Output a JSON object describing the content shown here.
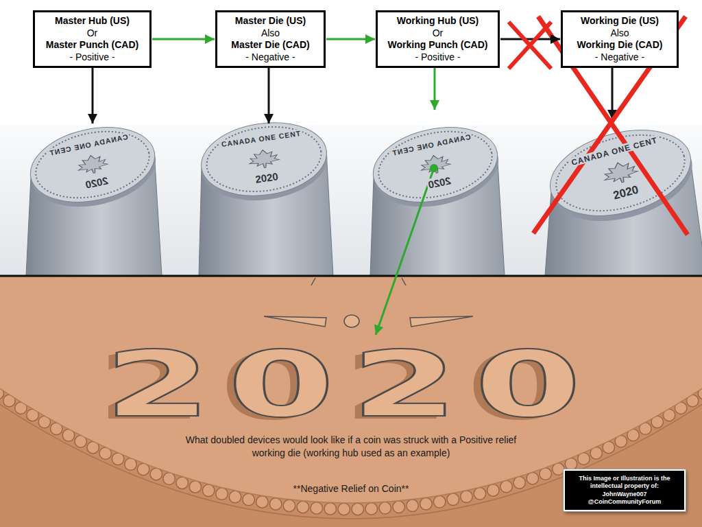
{
  "diagram": {
    "caption": "What doubled devices would look like if a coin was struck with a Positive relief working die (working hub used as an example)",
    "nodes": [
      {
        "text": [
          "Master Hub (US)",
          "Or",
          "Master Punch (CAD)",
          "- Positive -"
        ]
      },
      {
        "text": [
          "Master Die (US)",
          "Also",
          "Master Die (CAD)",
          "- Negative -"
        ]
      },
      {
        "text": [
          "Working Hub (US)",
          "Or",
          "Working Punch (CAD)",
          "- Positive -"
        ]
      },
      {
        "text": [
          "Working Die (US)",
          "Also",
          "Working Die (CAD)",
          "- Negative -"
        ]
      },
      {
        "text": [
          "This Image or Illustration is the intellectual property of: JohnWayne007 @CoinCommunityForum"
        ]
      }
    ],
    "edges": [
      {
        "from": 0,
        "to": 1,
        "arrow": "to"
      },
      {
        "from": 1,
        "to": 2,
        "arrow": "to"
      },
      {
        "from": 2,
        "to": 3,
        "arrow": "to"
      }
    ],
    "labels": [
      "CANADA ONE CENT",
      "2020",
      "CANADA ONE CENT",
      "2020",
      "CANADA ONE CENT",
      "2020",
      "CANADA ONE CENT",
      "2020",
      "2020",
      "**Negative Relief on Coin**"
    ]
  }
}
